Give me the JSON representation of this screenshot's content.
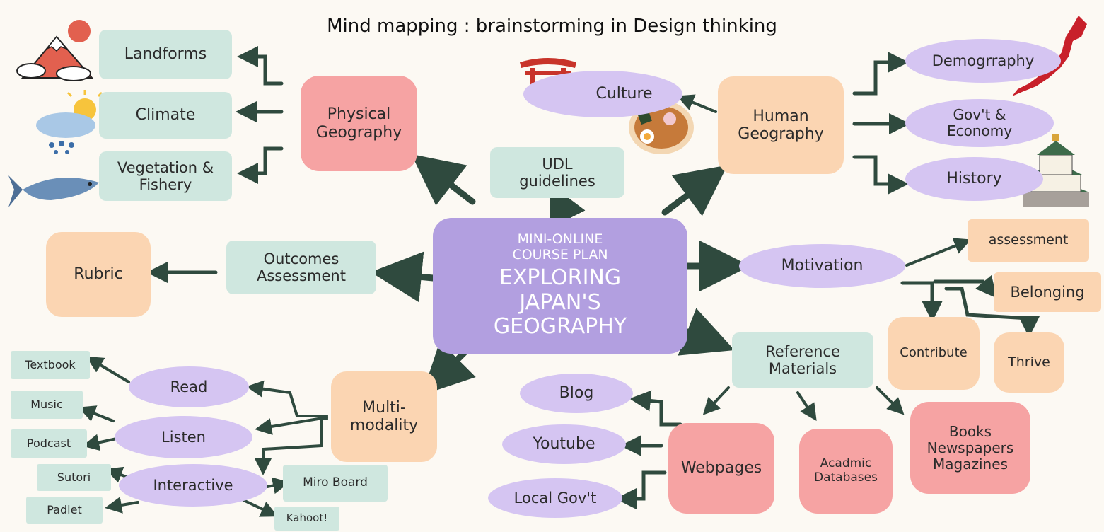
{
  "title": "Mind mapping : brainstorming in Design thinking",
  "center": {
    "line1": "MINI-ONLINE",
    "line2": "COURSE PLAN",
    "line3": "EXPLORING",
    "line4": "JAPAN'S",
    "line5": "GEOGRAPHY"
  },
  "nodes": {
    "landforms": "Landforms",
    "climate": "Climate",
    "vegetation": "Vegetation &\nFishery",
    "physical": "Physical\nGeography",
    "culture": "Culture",
    "human": "Human\nGeography",
    "demography": "Demogrraphy",
    "govt": "Gov't &\nEconomy",
    "history": "History",
    "udl": "UDL\nguidelines",
    "outcomes": "Outcomes\nAssessment",
    "rubric": "Rubric",
    "motivation": "Motivation",
    "assessment": "assessment",
    "belonging": "Belonging",
    "contribute": "Contribute",
    "thrive": "Thrive",
    "reference": "Reference\nMaterials",
    "blog": "Blog",
    "youtube": "Youtube",
    "localgov": "Local Gov't",
    "webpages": "Webpages",
    "acadmic": "Acadmic\nDatabases",
    "books": "Books\nNewspapers\nMagazines",
    "multimodality": "Multi-\nmodality",
    "read": "Read",
    "listen": "Listen",
    "interactive": "Interactive",
    "textbook": "Textbook",
    "music": "Music",
    "podcast": "Podcast",
    "sutori": "Sutori",
    "padlet": "Padlet",
    "miro": "Miro Board",
    "kahoot": "Kahoot!"
  },
  "colors": {
    "teal": "#cfe7df",
    "pink": "#f6a3a3",
    "peach": "#fbd5b2",
    "lavender": "#d5c5f2",
    "center": "#b29fe0",
    "arrow": "#2f4a3e"
  }
}
